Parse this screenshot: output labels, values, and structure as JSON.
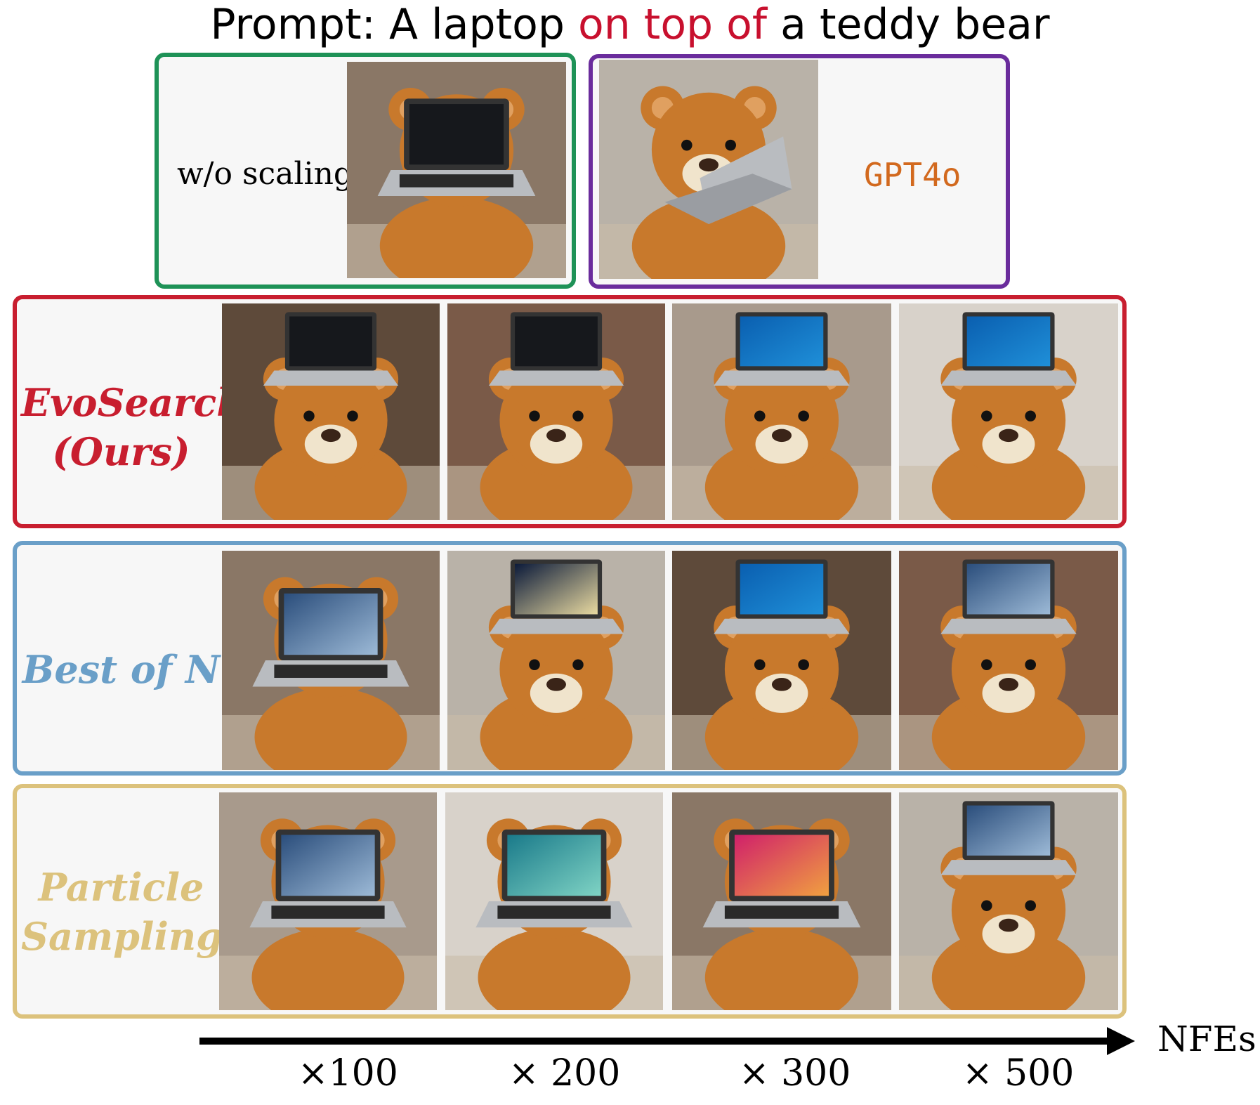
{
  "title": {
    "prefix": "Prompt: A laptop ",
    "highlight": "on top of",
    "suffix": " a teddy bear"
  },
  "baselines": {
    "without_scaling": "w/o scaling",
    "gpt": "GPT4o"
  },
  "methods": [
    {
      "name_line1": "EvoSearch",
      "name_line2": "(Ours)",
      "color": "#c81e2f"
    },
    {
      "name_line1": "Best of N",
      "name_line2": "",
      "color": "#6a9fc8"
    },
    {
      "name_line1": "Particle",
      "name_line2": "Sampling",
      "color": "#dcc27c"
    }
  ],
  "axis": {
    "label": "NFEs",
    "ticks": [
      "×100",
      "× 200",
      "× 300",
      "× 500"
    ]
  },
  "colors": {
    "fur": "#c8792c",
    "fur_light": "#e0a060",
    "snout": "#f0e4cc",
    "laptop": "#b9bcc0",
    "screen_dark": "#16181c",
    "screen_blue": "#1f8fd8"
  }
}
